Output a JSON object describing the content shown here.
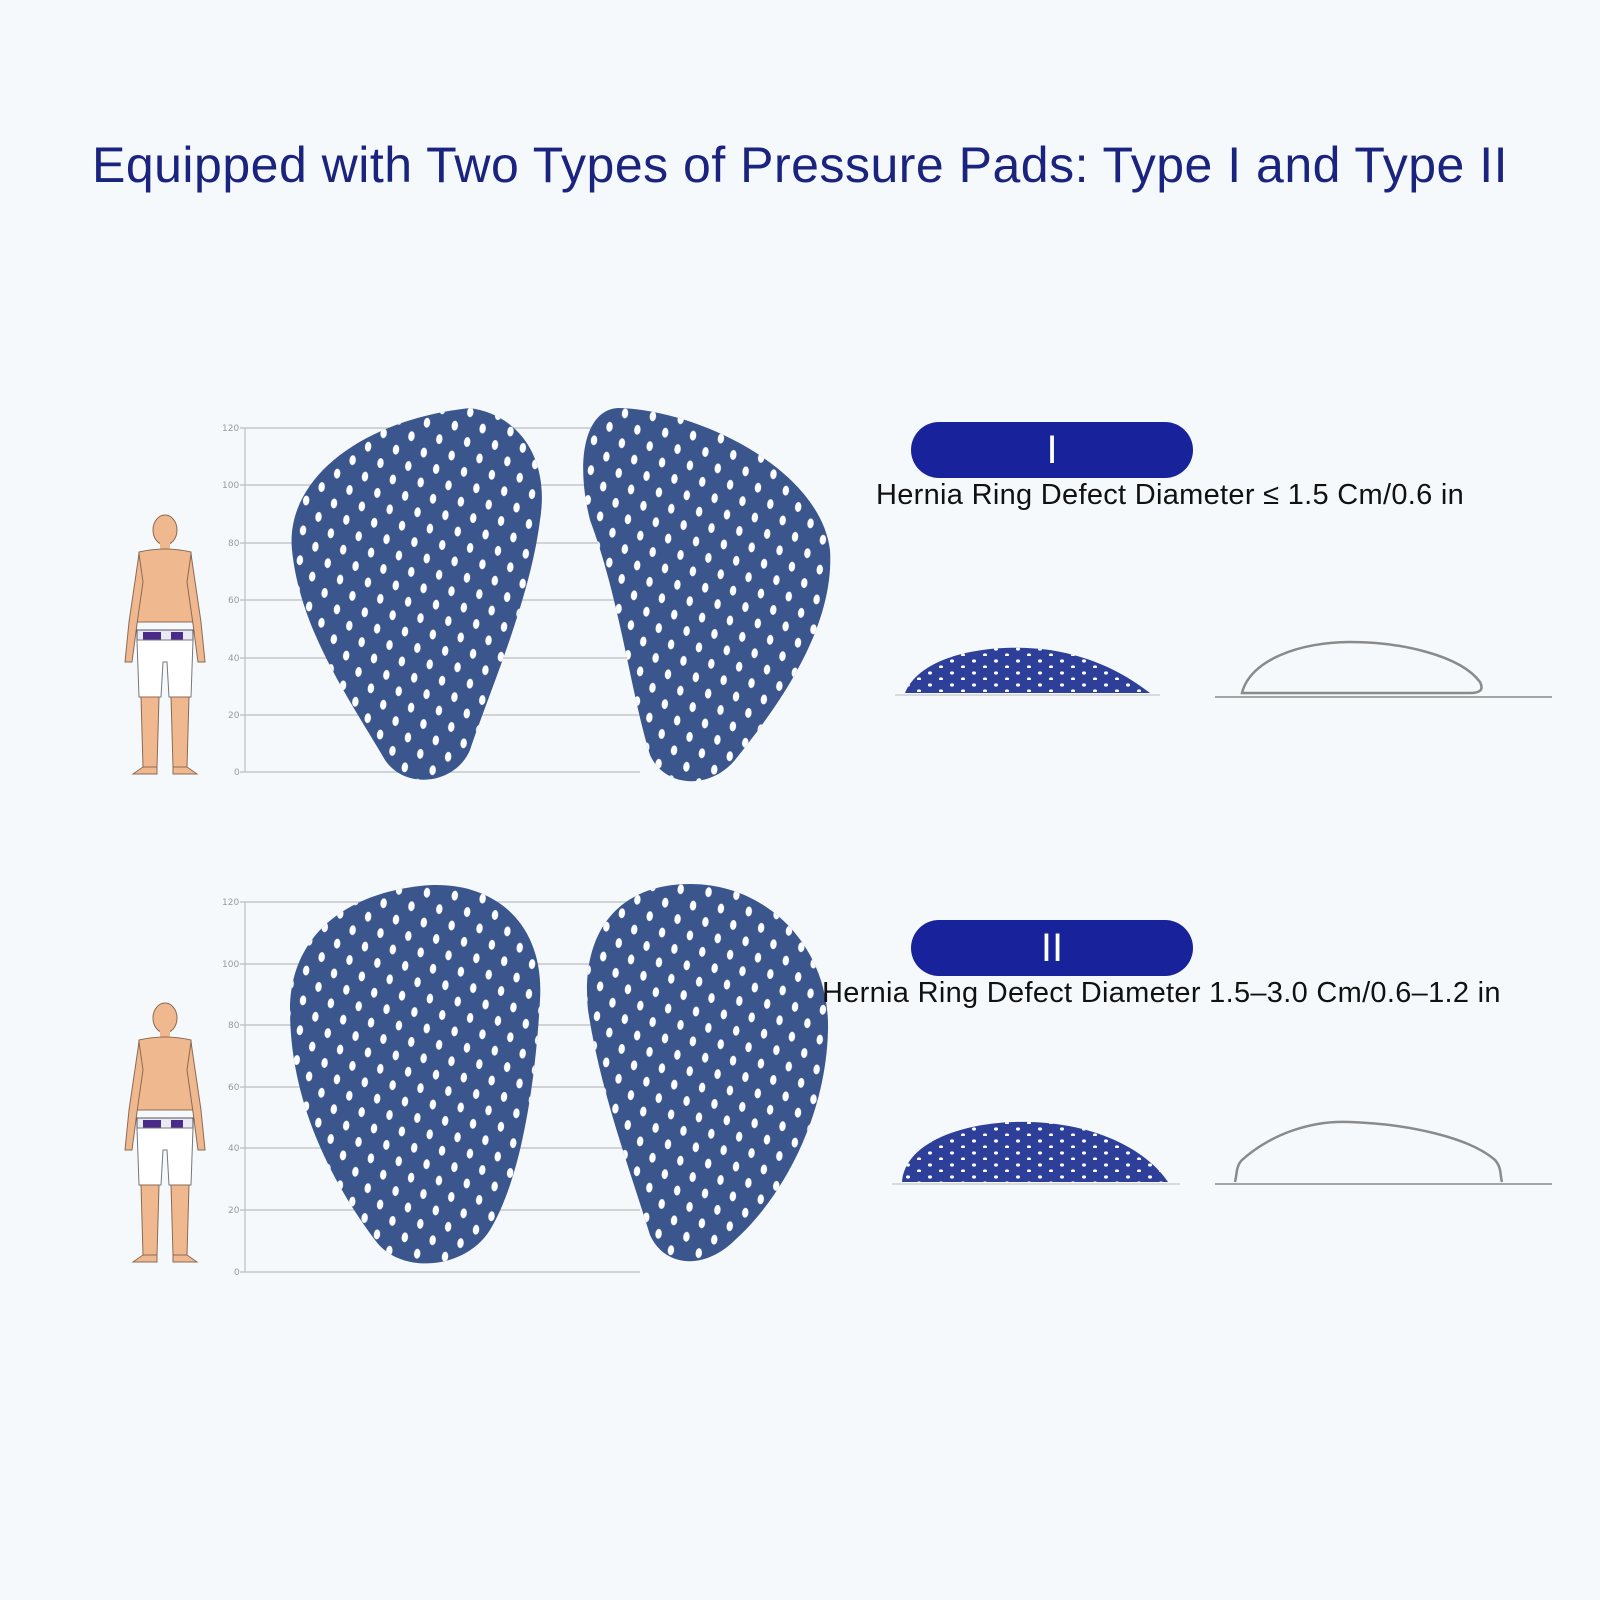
{
  "title": "Equipped with Two Types of Pressure Pads: Type I and Type II",
  "scale_ticks": [
    "0",
    "20",
    "40",
    "60",
    "80",
    "100",
    "120"
  ],
  "types": [
    {
      "badge": "I",
      "description": "Hernia Ring Defect Diameter ≤ 1.5 Cm/0.6 in"
    },
    {
      "badge": "II",
      "description": "Hernia Ring Defect Diameter 1.5–3.0 Cm/0.6–1.2 in"
    }
  ],
  "colors": {
    "title": "#1a237e",
    "badge": "#17229b",
    "pad": "#3a568c",
    "dots": "#ffffff"
  },
  "icons": [
    "human-figure-icon",
    "pressure-pad-icon",
    "pad-profile-icon",
    "pad-outline-icon"
  ]
}
